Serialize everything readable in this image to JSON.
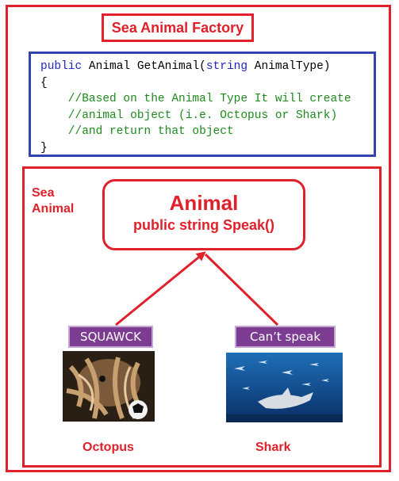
{
  "factory_title": "Sea Animal Factory",
  "code": {
    "line1": {
      "kw1": "public",
      "t1": " Animal GetAnimal(",
      "kw2": "string",
      "t2": " AnimalType)"
    },
    "line2": "{",
    "comments": [
      "    //Based on the Animal Type It will create",
      "    //animal object (i.e. Octopus or Shark)",
      "    //and return that object"
    ],
    "line_end": "}"
  },
  "container_label": [
    "Sea",
    "Animal"
  ],
  "base_class": {
    "title": "Animal",
    "method": "public string Speak()"
  },
  "animals": [
    {
      "name": "Octopus",
      "speech": "SQUAWCK",
      "image": "octopus-photo"
    },
    {
      "name": "Shark",
      "speech": "Can’t speak",
      "image": "shark-photo"
    }
  ],
  "colors": {
    "accent": "#e0202a",
    "code_border": "#3344b0",
    "keyword": "#1d27c4",
    "comment": "#1e8a1e",
    "badge": "#7b3c92"
  }
}
